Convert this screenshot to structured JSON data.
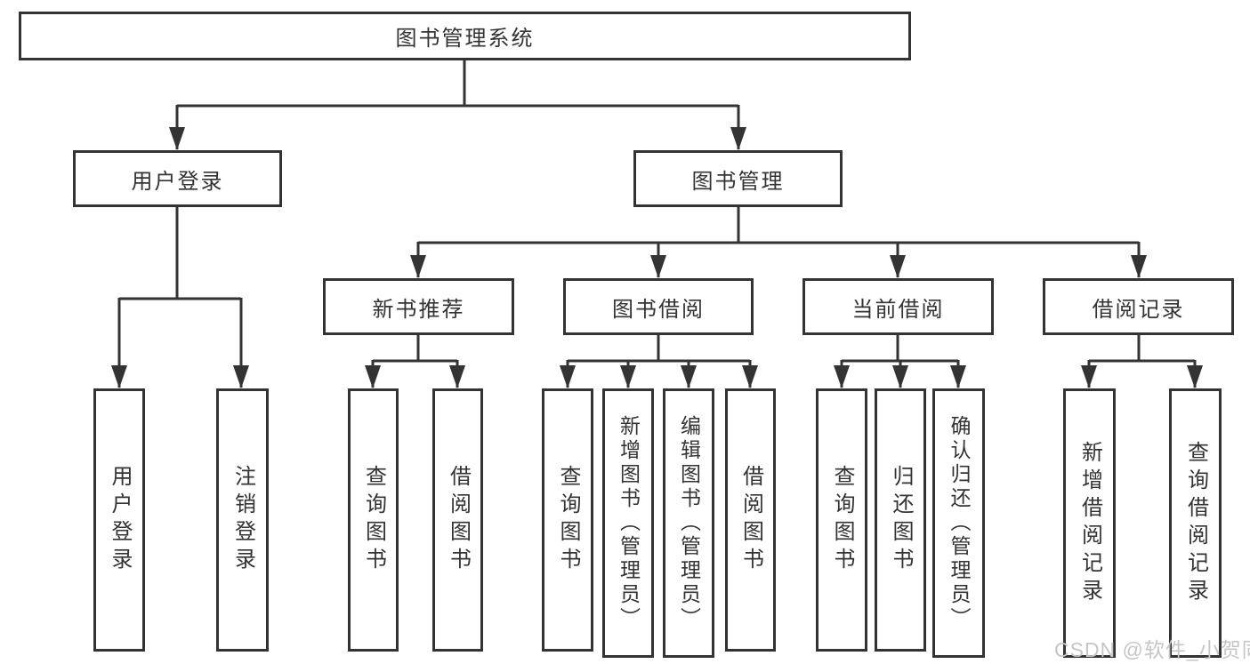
{
  "diagram": {
    "title": "图书管理系统",
    "branches": [
      {
        "label": "用户登录",
        "children": [
          {
            "label": "用户登录"
          },
          {
            "label": "注销登录"
          }
        ]
      },
      {
        "label": "图书管理",
        "sections": [
          {
            "label": "新书推荐",
            "children": [
              {
                "label": "查询图书"
              },
              {
                "label": "借阅图书"
              }
            ]
          },
          {
            "label": "图书借阅",
            "children": [
              {
                "label": "查询图书"
              },
              {
                "label": "新增图书（管理员）"
              },
              {
                "label": "编辑图书（管理员）"
              },
              {
                "label": "借阅图书"
              }
            ]
          },
          {
            "label": "当前借阅",
            "children": [
              {
                "label": "查询图书"
              },
              {
                "label": "归还图书"
              },
              {
                "label": "确认归还（管理员）"
              }
            ]
          },
          {
            "label": "借阅记录",
            "children": [
              {
                "label": "新增借阅记录"
              },
              {
                "label": "查询借阅记录"
              }
            ]
          }
        ]
      }
    ]
  },
  "watermark": {
    "text": "CSDN @软件_小贺同学"
  },
  "colors": {
    "line": "#333333",
    "box_border": "#333333",
    "box_fill": "#ffffff",
    "text": "#333333",
    "watermark": "#c6c6c6"
  }
}
